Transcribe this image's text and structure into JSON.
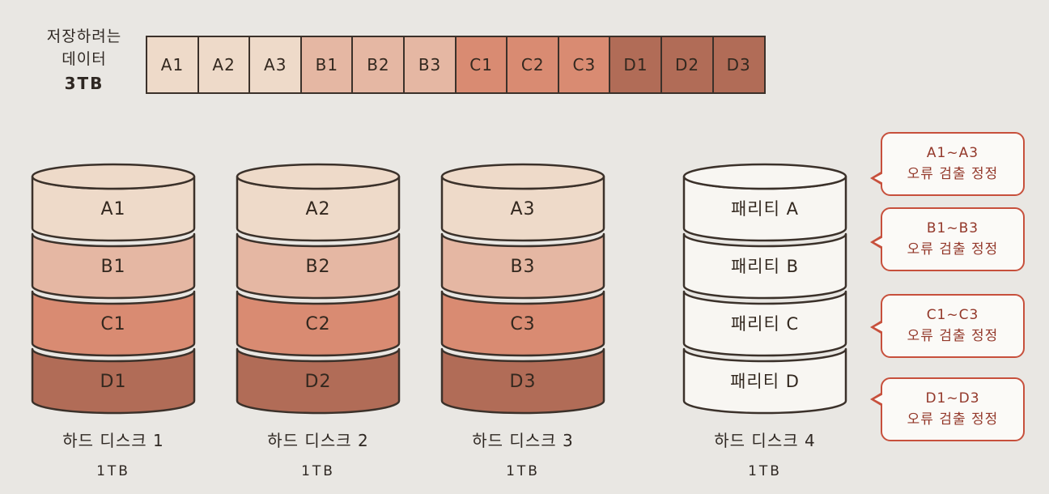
{
  "colors": {
    "background": "#e9e7e3",
    "outline": "#3b312a",
    "bubble_border": "#c7503c",
    "bubble_text": "#93382a",
    "group_a": "#eedac9",
    "group_b": "#e5b7a3",
    "group_c": "#d98b72",
    "group_d": "#b16c57",
    "parity_fill": "#f8f6f2"
  },
  "source": {
    "line1": "저장하려는",
    "line2": "데이터",
    "line3": "3TB"
  },
  "blocks": [
    {
      "label": "A1",
      "color": "#eedac9"
    },
    {
      "label": "A2",
      "color": "#eedac9"
    },
    {
      "label": "A3",
      "color": "#eedac9"
    },
    {
      "label": "B1",
      "color": "#e5b7a3"
    },
    {
      "label": "B2",
      "color": "#e5b7a3"
    },
    {
      "label": "B3",
      "color": "#e5b7a3"
    },
    {
      "label": "C1",
      "color": "#d98b72"
    },
    {
      "label": "C2",
      "color": "#d98b72"
    },
    {
      "label": "C3",
      "color": "#d98b72"
    },
    {
      "label": "D1",
      "color": "#b16c57"
    },
    {
      "label": "D2",
      "color": "#b16c57"
    },
    {
      "label": "D3",
      "color": "#b16c57"
    }
  ],
  "disks": [
    {
      "name": "하드 디스크 1",
      "capacity": "1TB",
      "segments": [
        {
          "label": "A1",
          "color": "#eedac9"
        },
        {
          "label": "B1",
          "color": "#e5b7a3"
        },
        {
          "label": "C1",
          "color": "#d98b72"
        },
        {
          "label": "D1",
          "color": "#b16c57"
        }
      ]
    },
    {
      "name": "하드 디스크 2",
      "capacity": "1TB",
      "segments": [
        {
          "label": "A2",
          "color": "#eedac9"
        },
        {
          "label": "B2",
          "color": "#e5b7a3"
        },
        {
          "label": "C2",
          "color": "#d98b72"
        },
        {
          "label": "D2",
          "color": "#b16c57"
        }
      ]
    },
    {
      "name": "하드 디스크 3",
      "capacity": "1TB",
      "segments": [
        {
          "label": "A3",
          "color": "#eedac9"
        },
        {
          "label": "B3",
          "color": "#e5b7a3"
        },
        {
          "label": "C3",
          "color": "#d98b72"
        },
        {
          "label": "D3",
          "color": "#b16c57"
        }
      ]
    },
    {
      "name": "하드 디스크 4",
      "capacity": "1TB",
      "segments": [
        {
          "label": "패리티 A",
          "color": "#f8f6f2"
        },
        {
          "label": "패리티 B",
          "color": "#f8f6f2"
        },
        {
          "label": "패리티 C",
          "color": "#f8f6f2"
        },
        {
          "label": "패리티 D",
          "color": "#f8f6f2"
        }
      ]
    }
  ],
  "bubbles": [
    {
      "range": "A1~A3",
      "caption": "오류 검출 정정"
    },
    {
      "range": "B1~B3",
      "caption": "오류 검출 정정"
    },
    {
      "range": "C1~C3",
      "caption": "오류 검출 정정"
    },
    {
      "range": "D1~D3",
      "caption": "오류 검출 정정"
    }
  ]
}
